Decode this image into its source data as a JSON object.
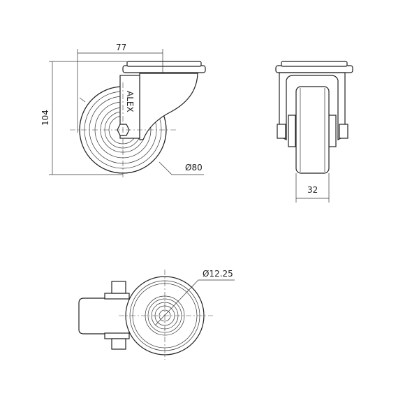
{
  "drawing": {
    "side_view": {
      "width_dim": "77",
      "height_dim": "104",
      "wheel_diameter": "Ø80",
      "brand_mark": "ALEX"
    },
    "front_view": {
      "wheel_width": "32"
    },
    "top_view": {
      "bore_diameter": "Ø12.25"
    }
  }
}
